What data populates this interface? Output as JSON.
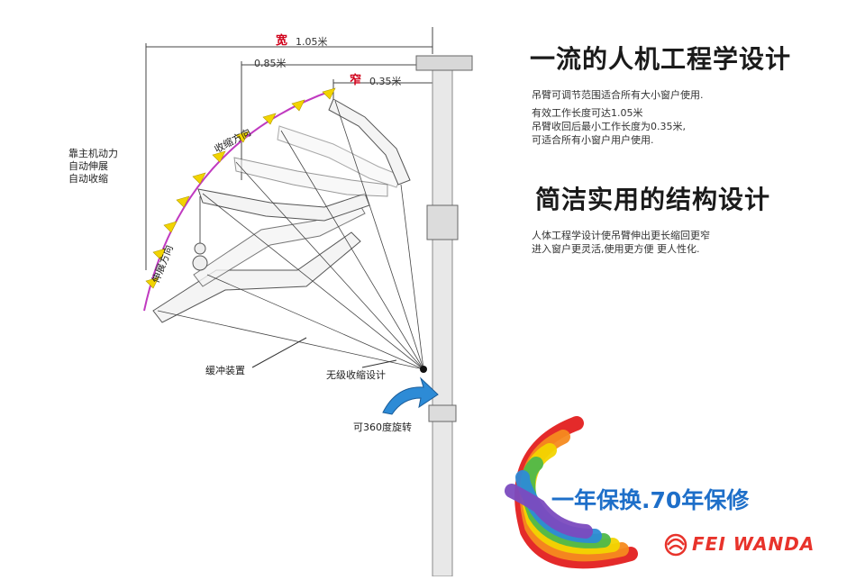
{
  "dimensions": {
    "wide_label": "宽",
    "wide_value": "1.05米",
    "mid_value": "0.85米",
    "narrow_label": "窄",
    "narrow_value": "0.35米"
  },
  "left_labels": {
    "power_lines": [
      "靠主机动力",
      "自动伸展",
      "自动收缩"
    ]
  },
  "arc_labels": {
    "retract": "收缩方向",
    "extend": "伸展方向"
  },
  "callouts": {
    "buffer": "缓冲装置",
    "stepless": "无级收缩设计",
    "rotate": "可360度旋转"
  },
  "section1": {
    "title": "一流的人机工程学设计",
    "line1": "吊臂可调节范围适合所有大小窗户使用.",
    "line2": "有效工作长度可达1.05米",
    "line3": "吊臂收回后最小工作长度为0.35米,",
    "line4": "可适合所有小窗户用户使用."
  },
  "section2": {
    "title": "简洁实用的结构设计",
    "line1": "人体工程学设计使吊臂伸出更长缩回更窄",
    "line2": "进入窗户更灵活,使用更方便 更人性化."
  },
  "slogan": "一年保换.70年保修",
  "brand": "FEI WANDA",
  "colors": {
    "accent_red": "#d0021b",
    "slogan_blue": "#1e6fc9",
    "brand_red": "#e8332b",
    "arc_purple": "#c03ac0",
    "arrow_yellow": "#f2d400",
    "pole_gray": "#e6e6e6"
  }
}
